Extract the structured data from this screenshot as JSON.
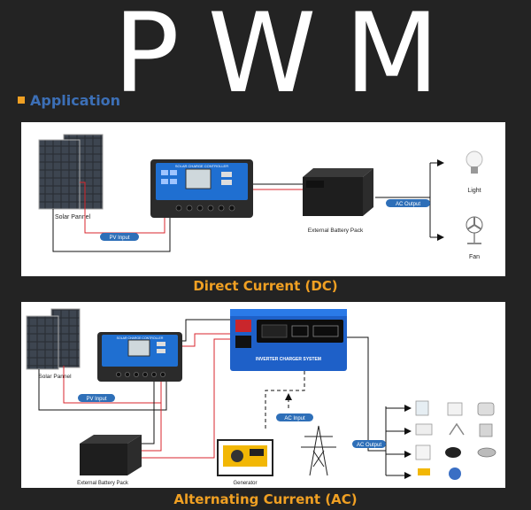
{
  "title": "PWM",
  "section_label": "Application",
  "dc": {
    "caption": "Direct Current (DC)",
    "solar_label": "Solar Pannel",
    "controller_text": "SOLAR CHARGE CONTROLLER",
    "pv_input": "PV Input",
    "battery_label": "External Battery Pack",
    "ac_output": "AC Output",
    "light_label": "Light",
    "fan_label": "Fan"
  },
  "ac": {
    "caption": "Alternating Current (AC)",
    "solar_label": "Solar Pannel",
    "controller_text": "SOLAR CHARGE CONTROLLER",
    "pv_input": "PV Input",
    "inverter_text": "INVERTER CHARGER SYSTEM",
    "ac_input": "AC Input",
    "ac_output": "AC Output",
    "battery_label": "External Battery Pack",
    "generator_label": "Generator"
  },
  "colors": {
    "background": "#232323",
    "accent": "#f0a023",
    "label_blue": "#3c6fb6",
    "controller_blue": "#1f6fd1",
    "wire_red": "#d9262c",
    "wire_black": "#111111",
    "tag_blue": "#2e6fb8"
  }
}
